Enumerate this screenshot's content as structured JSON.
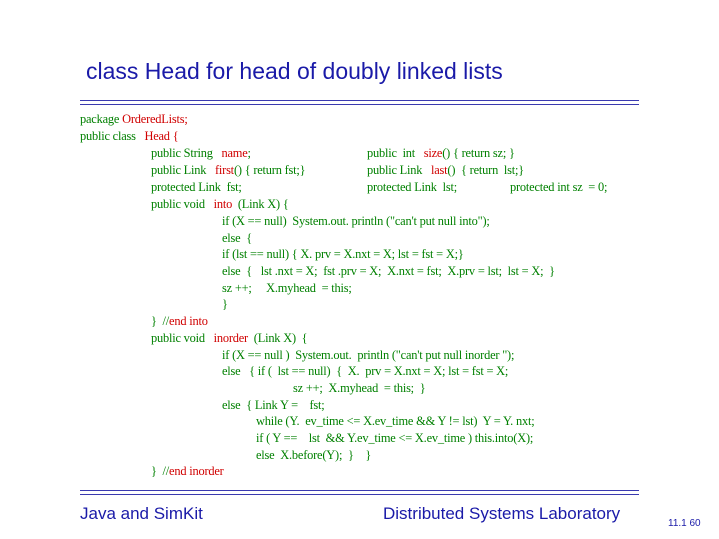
{
  "slide": {
    "title": "class Head for head of doubly linked lists",
    "footer_left": "Java and SimKit",
    "footer_right": "Distributed Systems Laboratory",
    "page_number": "11.1  60"
  },
  "colors": {
    "title": "#1a1aa8",
    "code": "#008000",
    "highlight": "#d00000",
    "rule": "#3a3ab0"
  },
  "code": {
    "l1a": "package ",
    "l1b": "OrderedLists;",
    "l2a": "public class   ",
    "l2b": "Head {",
    "l3a": "public String   ",
    "l3b": "name",
    "l3c": ";",
    "l3d": "public  int   ",
    "l3e": "size",
    "l3f": "() { return sz; }",
    "l4a": "public Link   ",
    "l4b": "first",
    "l4c": "() { return fst;}",
    "l4d": "public Link   ",
    "l4e": "last",
    "l4f": "()  { return  lst;}",
    "l5a": "protected Link  fst;",
    "l5b": "protected Link  lst;",
    "l5c": "protected int sz  = 0;",
    "l6a": "public void   ",
    "l6b": "into",
    "l6c": "  (Link X) {",
    "l7": "if (X == null)  System.out. println (\"can't put null into\");",
    "l8": "else  {",
    "l9": "if (lst == null) { X. prv = X.nxt = X; lst = fst = X;}",
    "l10": "else  {   lst .nxt = X;  fst .prv = X;  X.nxt = fst;  X.prv = lst;  lst = X;  }",
    "l11": "sz ++;     X.myhead  = this;",
    "l12": "}",
    "l13a": "}  //",
    "l13b": "end into",
    "l14a": "public void   ",
    "l14b": "inorder",
    "l14c": "  (Link X)  {",
    "l15": "if (X == null )  System.out.  println (\"can't put null inorder \");",
    "l16": "else   { if (  lst == null)  {  X.  prv = X.nxt = X; lst = fst = X;",
    "l17": "sz ++;  X.myhead  = this;  }",
    "l18": "else  { Link Y =    fst;",
    "l19": "while (Y.  ev_time <= X.ev_time && Y != lst)  Y = Y. nxt;",
    "l20": "if ( Y ==    lst  && Y.ev_time <= X.ev_time ) this.into(X);",
    "l21": "else  X.before(Y);  }    }",
    "l22a": "}  //",
    "l22b": "end inorder"
  }
}
